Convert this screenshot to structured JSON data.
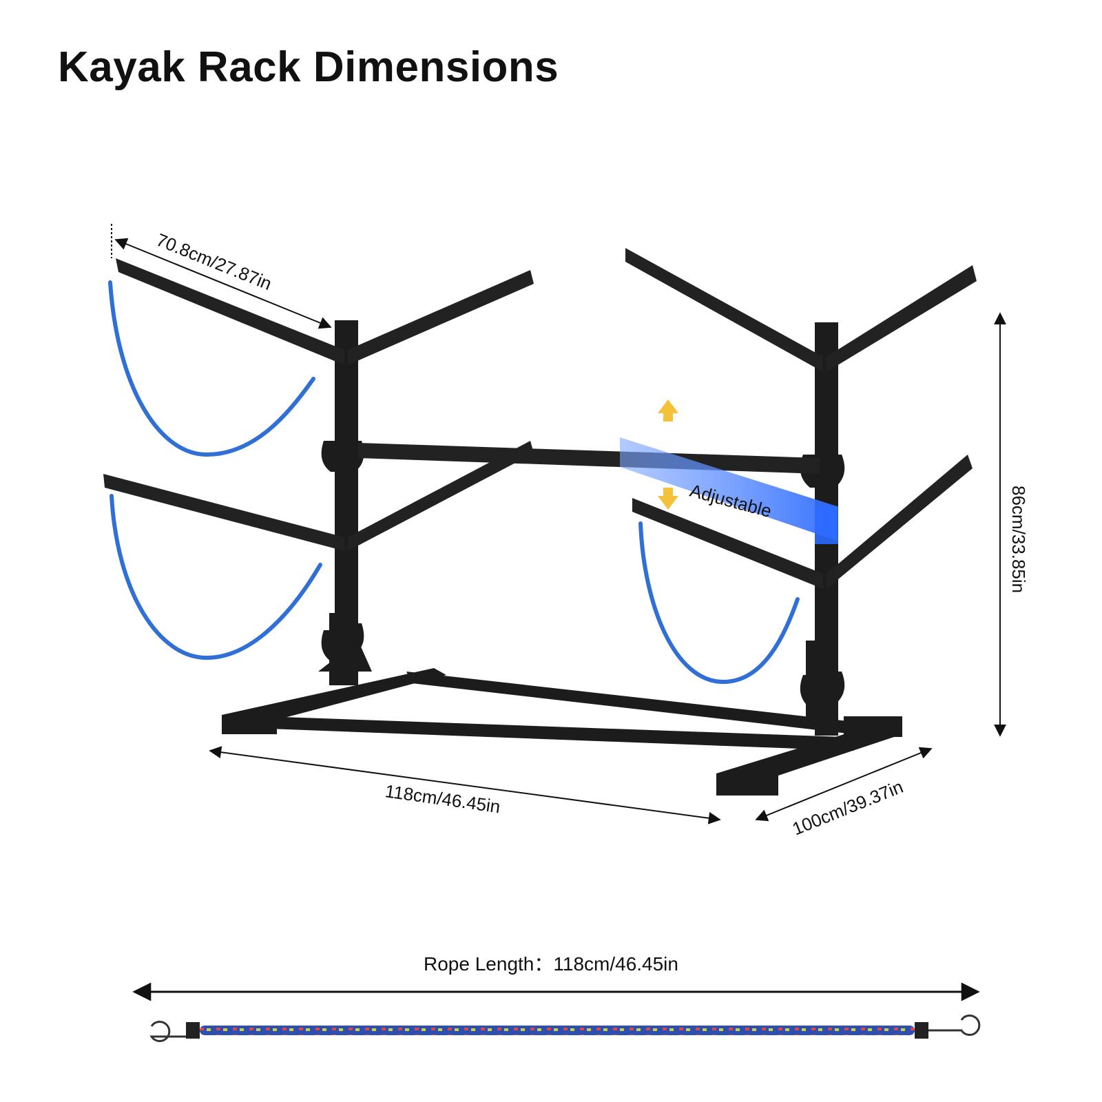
{
  "title": "Kayak Rack Dimensions",
  "dimensions": {
    "arm_length": "70.8cm/27.87in",
    "height": "86cm/33.85in",
    "length": "118cm/46.45in",
    "width": "100cm/39.37in",
    "adjustable": "Adjustable"
  },
  "rope": {
    "label": "Rope Length：118cm/46.45in"
  },
  "colors": {
    "frame": "#1c1c1c",
    "rope_blue": "#2f6fd6",
    "adjust_blue": "#2e6bff",
    "arrow_yellow": "#f3c23a"
  }
}
